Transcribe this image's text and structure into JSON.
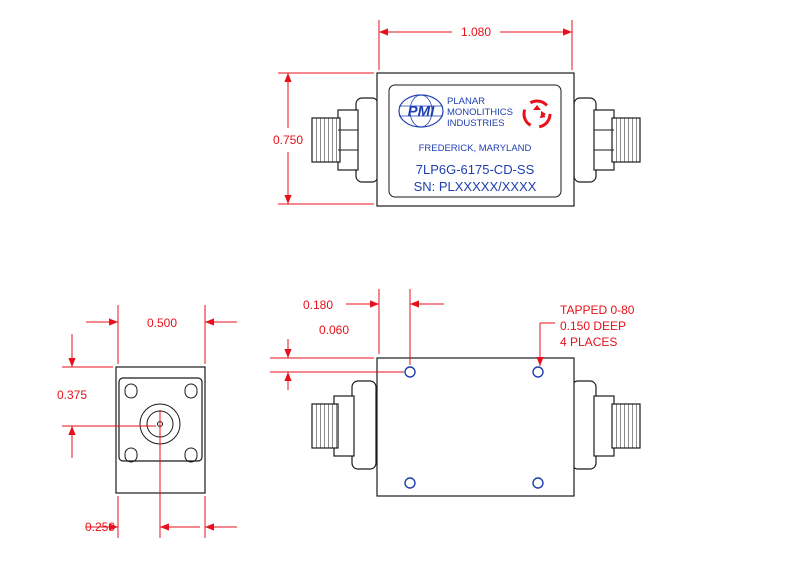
{
  "dimensions": {
    "top_width": "1.080",
    "top_height": "0.750",
    "end_width": "0.500",
    "end_height": "0.375",
    "end_center_x": "0.250",
    "hole_offset_x": "0.180",
    "hole_offset_y": "0.060"
  },
  "note": {
    "line1": "TAPPED 0-80",
    "line2": "0.150 DEEP",
    "line3": "4 PLACES"
  },
  "label": {
    "logo_text": "PMI",
    "company_line1": "PLANAR",
    "company_line2": "MONOLITHICS",
    "company_line3": "INDUSTRIES",
    "location": "FREDERICK, MARYLAND",
    "part_number": "7LP6G-6175-CD-SS",
    "serial": "SN: PLXXXXX/XXXX"
  },
  "colors": {
    "dimension": "#e8101a",
    "outline": "#1a1a1a",
    "label": "#1f3fb0"
  }
}
